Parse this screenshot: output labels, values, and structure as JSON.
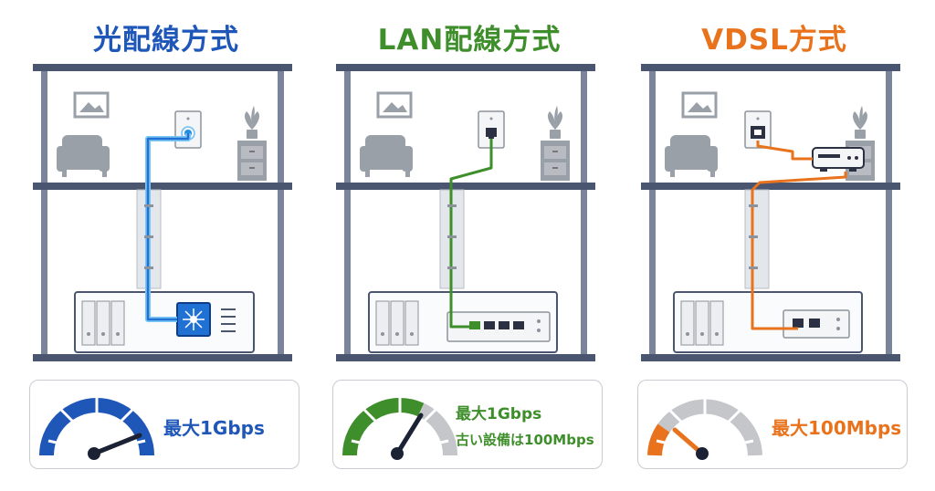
{
  "colors": {
    "fiber": "#1f57b9",
    "lan": "#3e8e2b",
    "vdsl": "#e8731c",
    "frame": "#4a5570",
    "gauge_grey": "#c4c6c9"
  },
  "panels": [
    {
      "title": "光配線方式",
      "speed_line1": "最大1Gbps"
    },
    {
      "title": "LAN配線方式",
      "speed_line1": "最大1Gbps",
      "speed_line2": "古い設備は100Mbps"
    },
    {
      "title": "VDSL方式",
      "speed_line1": "最大100Mbps"
    }
  ]
}
